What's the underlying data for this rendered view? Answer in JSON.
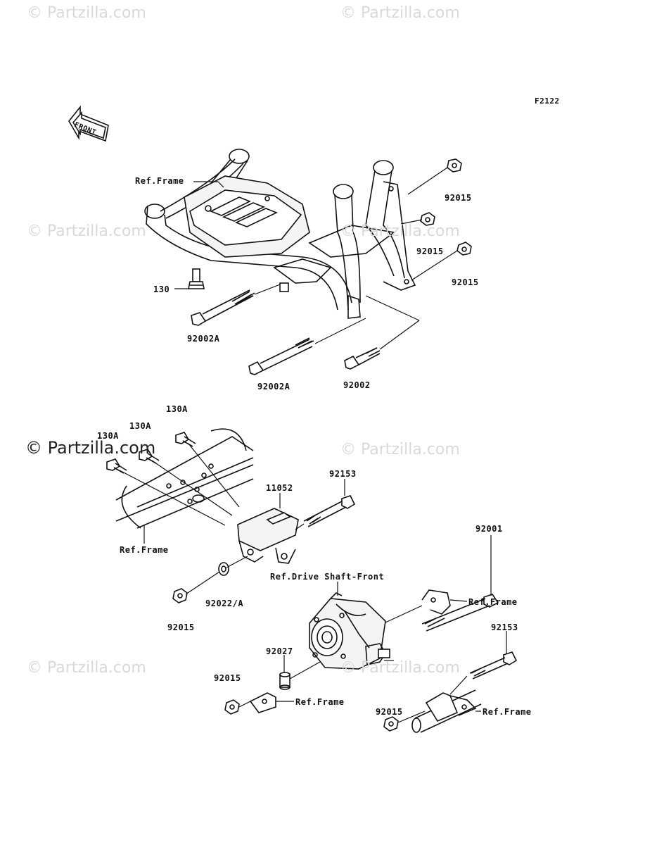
{
  "figure_code": "F2122",
  "front_arrow_text": "FRONT",
  "watermarks": {
    "text": "Partzilla.com",
    "dark_text": "Partzilla.com"
  },
  "labels": {
    "ref_frame_top": "Ref.Frame",
    "p130": "130",
    "p92002A_1": "92002A",
    "p92002A_2": "92002A",
    "p92002": "92002",
    "p92015_a": "92015",
    "p92015_b": "92015",
    "p92015_c": "92015",
    "p130A_1": "130A",
    "p130A_2": "130A",
    "p130A_3": "130A",
    "ref_frame_mid": "Ref.Frame",
    "p11052": "11052",
    "p92153_1": "92153",
    "p92001": "92001",
    "ref_drive_shaft": "Ref.Drive Shaft-Front",
    "ref_frame_right": "Ref.Frame",
    "p92015_d": "92015",
    "p92022A": "92022/A",
    "p92027": "92027",
    "p92015_e": "92015",
    "ref_frame_bottom": "Ref.Frame",
    "p92153_2": "92153",
    "p92015_f": "92015",
    "ref_frame_br": "Ref.Frame"
  }
}
